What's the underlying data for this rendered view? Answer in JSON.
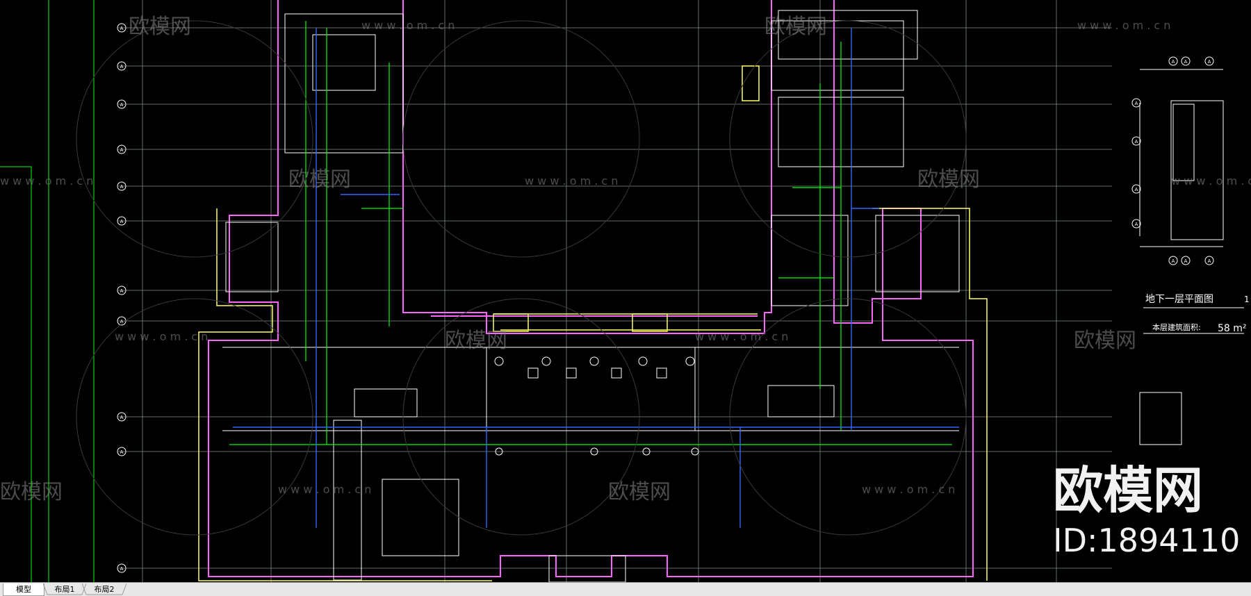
{
  "watermark": {
    "brand": "欧模网",
    "url": "w w w . o m . c n",
    "id_label": "ID:1894110"
  },
  "drawing": {
    "inset_title": "地下一层平面图",
    "inset_scale": "1",
    "area_label": "本层建筑面积:",
    "area_value": "58 m²",
    "grid_marker": "A"
  },
  "tabs": [
    {
      "label": "模型",
      "active": true
    },
    {
      "label": "布局1",
      "active": false
    },
    {
      "label": "布局2",
      "active": false
    }
  ],
  "colors": {
    "background": "#000000",
    "grid": "#7f8f7f",
    "walls": "#ff66ff",
    "ducts_green": "#00ff00",
    "ducts_blue": "#3366ff",
    "outline_yellow": "#ffff66",
    "linework": "#ffffff"
  }
}
